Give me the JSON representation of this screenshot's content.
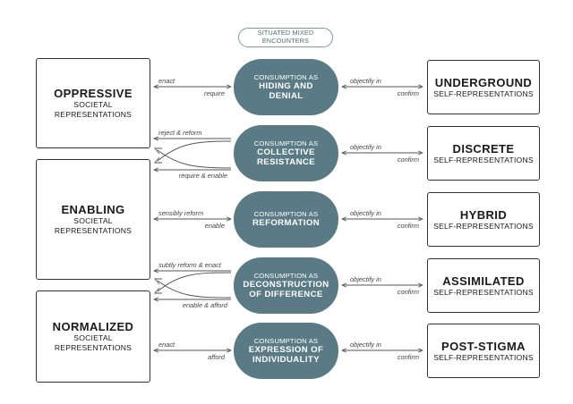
{
  "top_label": "SITUATED MIXED\nENCOUNTERS",
  "societal": [
    {
      "heading": "OPPRESSIVE",
      "sub": "SOCIETAL\nREPRESENTATIONS"
    },
    {
      "heading": "ENABLING",
      "sub": "SOCIETAL\nREPRESENTATIONS"
    },
    {
      "heading": "NORMALIZED",
      "sub": "SOCIETAL\nREPRESENTATIONS"
    }
  ],
  "consumption": [
    {
      "prefix": "CONSUMPTION AS",
      "name": "HIDING AND\nDENIAL"
    },
    {
      "prefix": "CONSUMPTION AS",
      "name": "COLLECTIVE\nRESISTANCE"
    },
    {
      "prefix": "CONSUMPTION AS",
      "name": "REFORMATION"
    },
    {
      "prefix": "CONSUMPTION AS",
      "name": "DECONSTRUCTION\nOF DIFFERENCE"
    },
    {
      "prefix": "CONSUMPTION AS",
      "name": "EXPRESSION OF\nINDIVIDUALITY"
    }
  ],
  "self": [
    {
      "heading": "UNDERGROUND",
      "sub": "SELF-REPRESENTATIONS"
    },
    {
      "heading": "DISCRETE",
      "sub": "SELF-REPRESENTATIONS"
    },
    {
      "heading": "HYBRID",
      "sub": "SELF-REPRESENTATIONS"
    },
    {
      "heading": "ASSIMILATED",
      "sub": "SELF-REPRESENTATIONS"
    },
    {
      "heading": "POST-STIGMA",
      "sub": "SELF-REPRESENTATIONS"
    }
  ],
  "left_links": [
    {
      "top": "enact",
      "bottom": "require"
    },
    {
      "top": "reject & reform",
      "bottom": "require & enable"
    },
    {
      "top": "sensibly reform",
      "bottom": "enable"
    },
    {
      "top": "subtly reform & enact",
      "bottom": "enable & afford"
    },
    {
      "top": "enact",
      "bottom": "afford"
    }
  ],
  "right_links": [
    {
      "top": "objectify in",
      "bottom": "confirm"
    },
    {
      "top": "objectify in",
      "bottom": "confirm"
    },
    {
      "top": "objectify in",
      "bottom": "confirm"
    },
    {
      "top": "objectify in",
      "bottom": "confirm"
    },
    {
      "top": "objectify in",
      "bottom": "confirm"
    }
  ]
}
